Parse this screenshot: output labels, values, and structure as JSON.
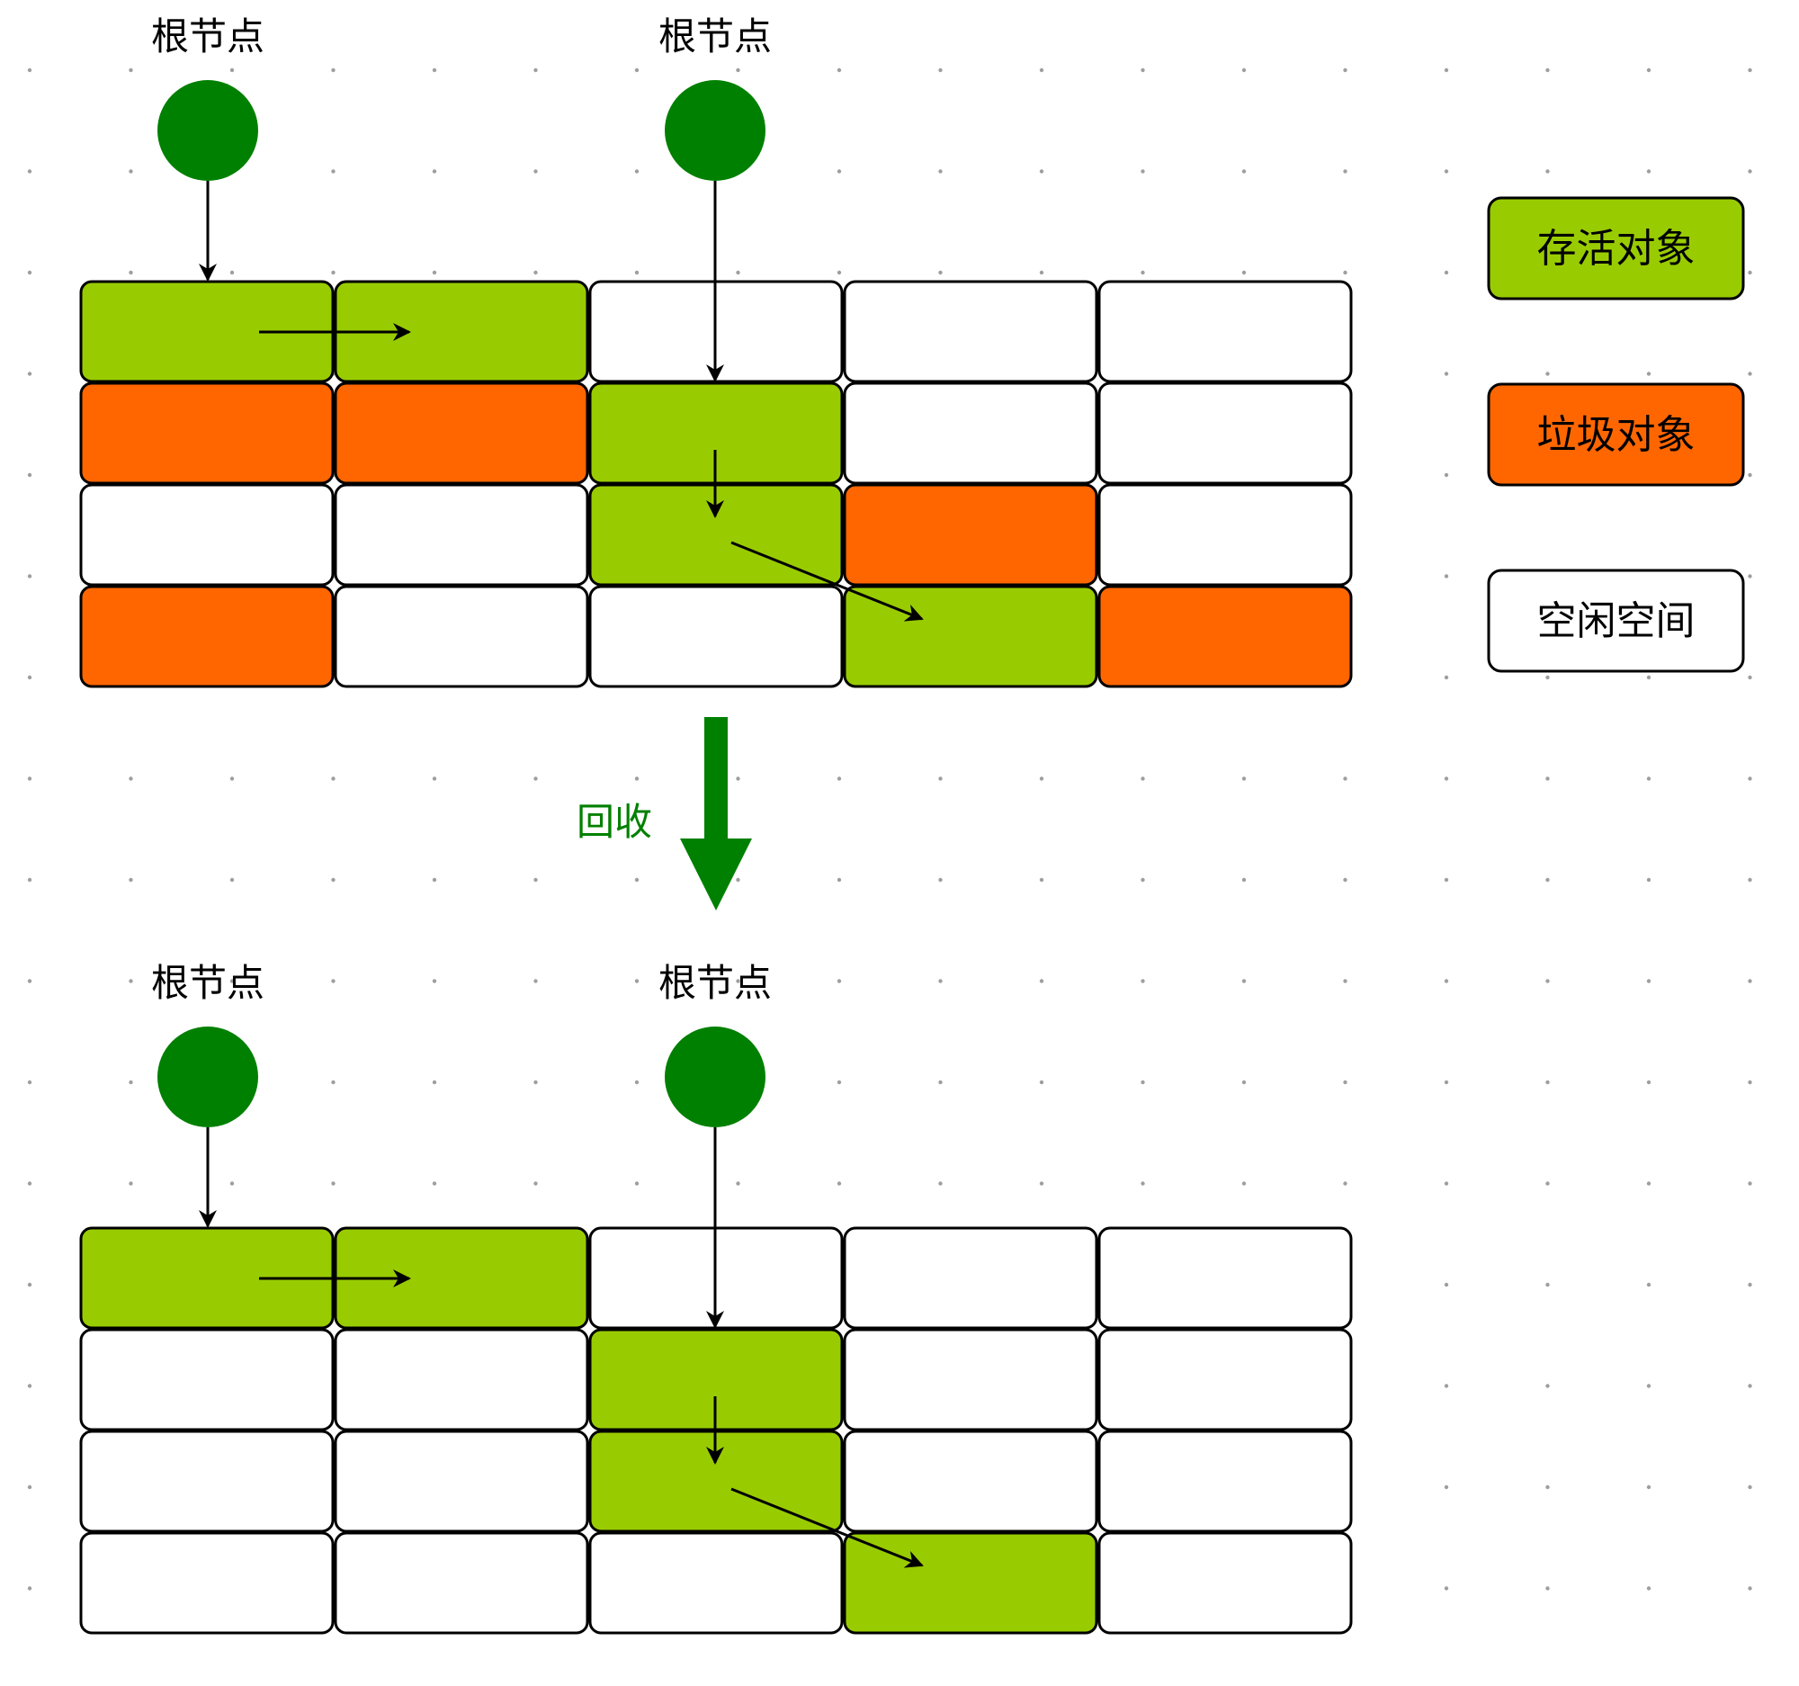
{
  "colors": {
    "live": "#99CC00",
    "garbage": "#FF6600",
    "free": "#FFFFFF",
    "root": "#008000",
    "collect_arrow": "#008000",
    "grid_dot": "#9E9E9E",
    "stroke": "#000000"
  },
  "cell_states": {
    "L": "live",
    "G": "garbage",
    "F": "free"
  },
  "top_diagram": {
    "root_labels": [
      "根节点",
      "根节点"
    ],
    "grid": [
      [
        "L",
        "L",
        "F",
        "F",
        "F"
      ],
      [
        "G",
        "G",
        "L",
        "F",
        "F"
      ],
      [
        "F",
        "F",
        "L",
        "G",
        "F"
      ],
      [
        "G",
        "F",
        "F",
        "L",
        "G"
      ]
    ]
  },
  "transition": {
    "label": "回收"
  },
  "bottom_diagram": {
    "root_labels": [
      "根节点",
      "根节点"
    ],
    "grid": [
      [
        "L",
        "L",
        "F",
        "F",
        "F"
      ],
      [
        "F",
        "F",
        "L",
        "F",
        "F"
      ],
      [
        "F",
        "F",
        "L",
        "F",
        "F"
      ],
      [
        "F",
        "F",
        "F",
        "L",
        "F"
      ]
    ]
  },
  "legend": [
    {
      "label": "存活对象",
      "state": "live"
    },
    {
      "label": "垃圾对象",
      "state": "garbage"
    },
    {
      "label": "空闲空间",
      "state": "free"
    }
  ]
}
